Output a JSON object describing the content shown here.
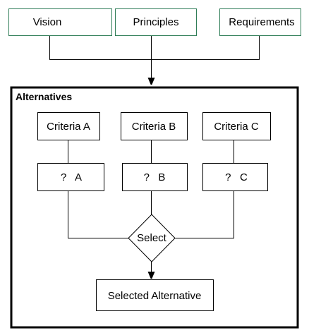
{
  "inputs": [
    {
      "label": "Vision"
    },
    {
      "label": "Principles"
    },
    {
      "label": "Requirements"
    }
  ],
  "alternatives": {
    "title": "Alternatives",
    "criteria": [
      {
        "label": "Criteria A"
      },
      {
        "label": "Criteria B"
      },
      {
        "label": "Criteria C"
      }
    ],
    "evaluations": [
      {
        "label": "?   A"
      },
      {
        "label": "?   B"
      },
      {
        "label": "?   C"
      }
    ],
    "decision": {
      "label": "Select"
    },
    "result": {
      "label": "Selected Alternative"
    }
  },
  "colors": {
    "input_border": "#2f7d57",
    "line": "#000000"
  }
}
